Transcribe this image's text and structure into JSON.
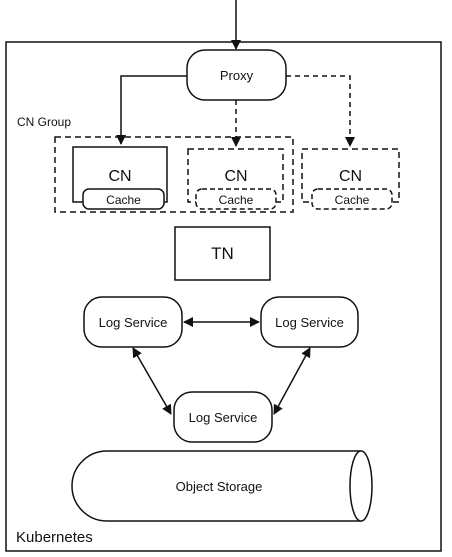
{
  "diagram": {
    "cluster_label": "Kubernetes",
    "proxy": "Proxy",
    "cn_group_label": "CN Group",
    "cn_nodes": [
      {
        "label": "CN",
        "cache": "Cache",
        "style": "solid"
      },
      {
        "label": "CN",
        "cache": "Cache",
        "style": "dashed"
      },
      {
        "label": "CN",
        "cache": "Cache",
        "style": "dashed"
      }
    ],
    "tn": "TN",
    "log_services": [
      "Log Service",
      "Log Service",
      "Log Service"
    ],
    "object_storage": "Object Storage"
  }
}
